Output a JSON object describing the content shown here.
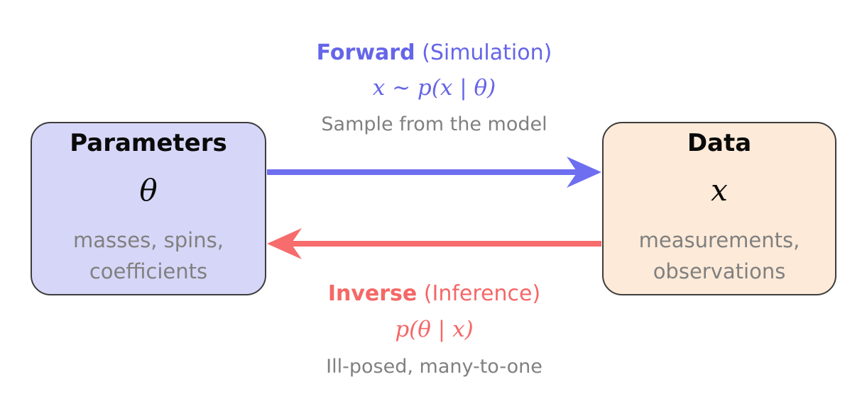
{
  "box_border": "#3d3d3d",
  "text_gray": "#808080",
  "boxes": {
    "parameters": {
      "title": "Parameters",
      "symbol": "θ",
      "description_line1": "masses, spins,",
      "description_line2": "coefficients",
      "fill": "#d6d6f8"
    },
    "data": {
      "title": "Data",
      "symbol": "x",
      "description_line1": "measurements,",
      "description_line2": "observations",
      "fill": "#fdead8"
    }
  },
  "forward": {
    "label_bold": "Forward",
    "label_rest": " (Simulation)",
    "formula": "x ∼ p(x | θ)",
    "caption": "Sample from the model",
    "color": "#6565e8",
    "arrow_color": "#6e6ef0"
  },
  "inverse": {
    "label_bold": "Inverse",
    "label_rest": " (Inference)",
    "formula": "p(θ | x)",
    "caption": "Ill-posed, many-to-one",
    "color": "#f56767",
    "arrow_color": "#f76c6c"
  }
}
